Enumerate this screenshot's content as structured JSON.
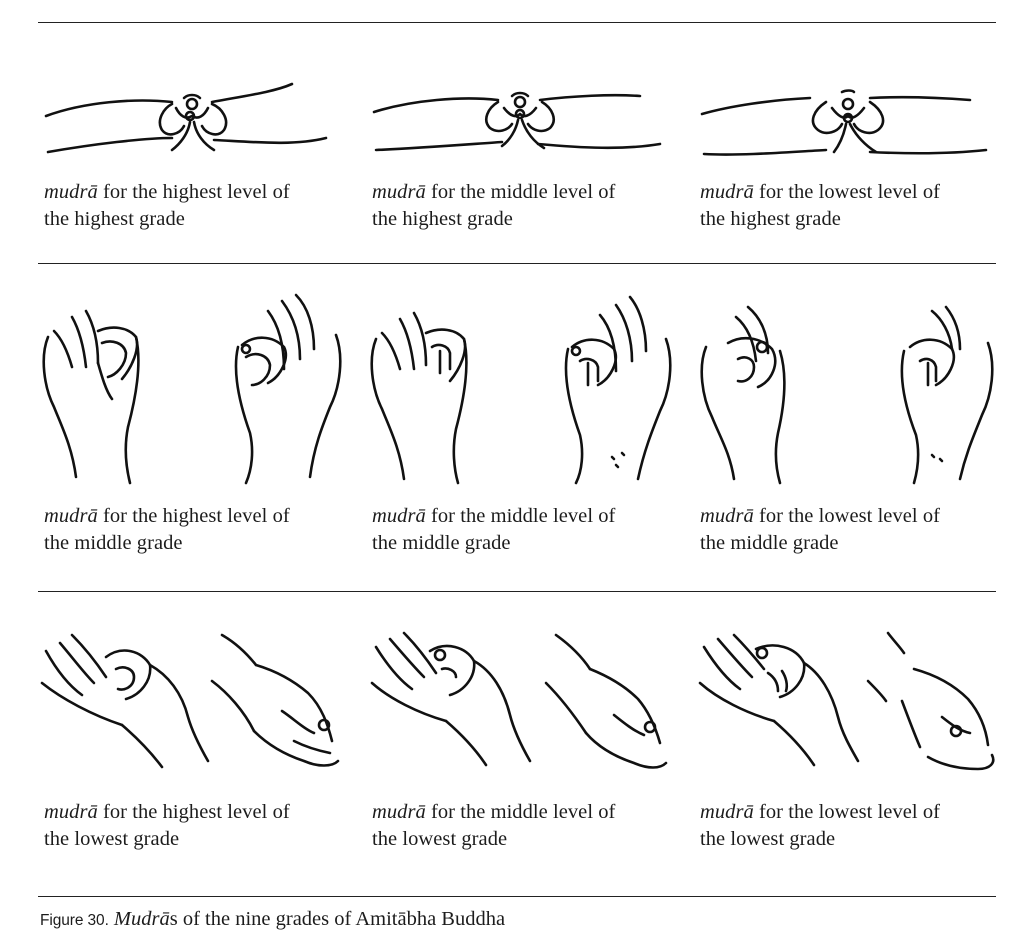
{
  "rows": [
    {
      "cells": [
        {
          "mudra": "mudrā",
          "rest": " for the highest level of",
          "line2": "the highest grade"
        },
        {
          "mudra": "mudrā",
          "rest": " for the middle level of",
          "line2": "the highest grade"
        },
        {
          "mudra": "mudrā",
          "rest": " for the lowest level of",
          "line2": "the highest grade"
        }
      ]
    },
    {
      "cells": [
        {
          "mudra": "mudrā",
          "rest": " for the highest level of",
          "line2": "the middle grade"
        },
        {
          "mudra": "mudrā",
          "rest": " for the middle level of",
          "line2": "the middle grade"
        },
        {
          "mudra": "mudrā",
          "rest": " for the lowest level of",
          "line2": "the middle grade"
        }
      ]
    },
    {
      "cells": [
        {
          "mudra": "mudrā",
          "rest": " for the highest level of",
          "line2": "the lowest grade"
        },
        {
          "mudra": "mudrā",
          "rest": " for the middle level of",
          "line2": "the lowest grade"
        },
        {
          "mudra": "mudrā",
          "rest": " for the lowest level of",
          "line2": "the lowest grade"
        }
      ]
    }
  ],
  "figure_caption": {
    "label": "Figure 30.",
    "em": "Mudrā",
    "rest": "s of the nine grades of Amitābha Buddha"
  },
  "icons": {
    "row1": "meditation-hands-icon",
    "row2": "raised-hands-pair-icon",
    "row3": "lowered-hands-pair-icon"
  }
}
